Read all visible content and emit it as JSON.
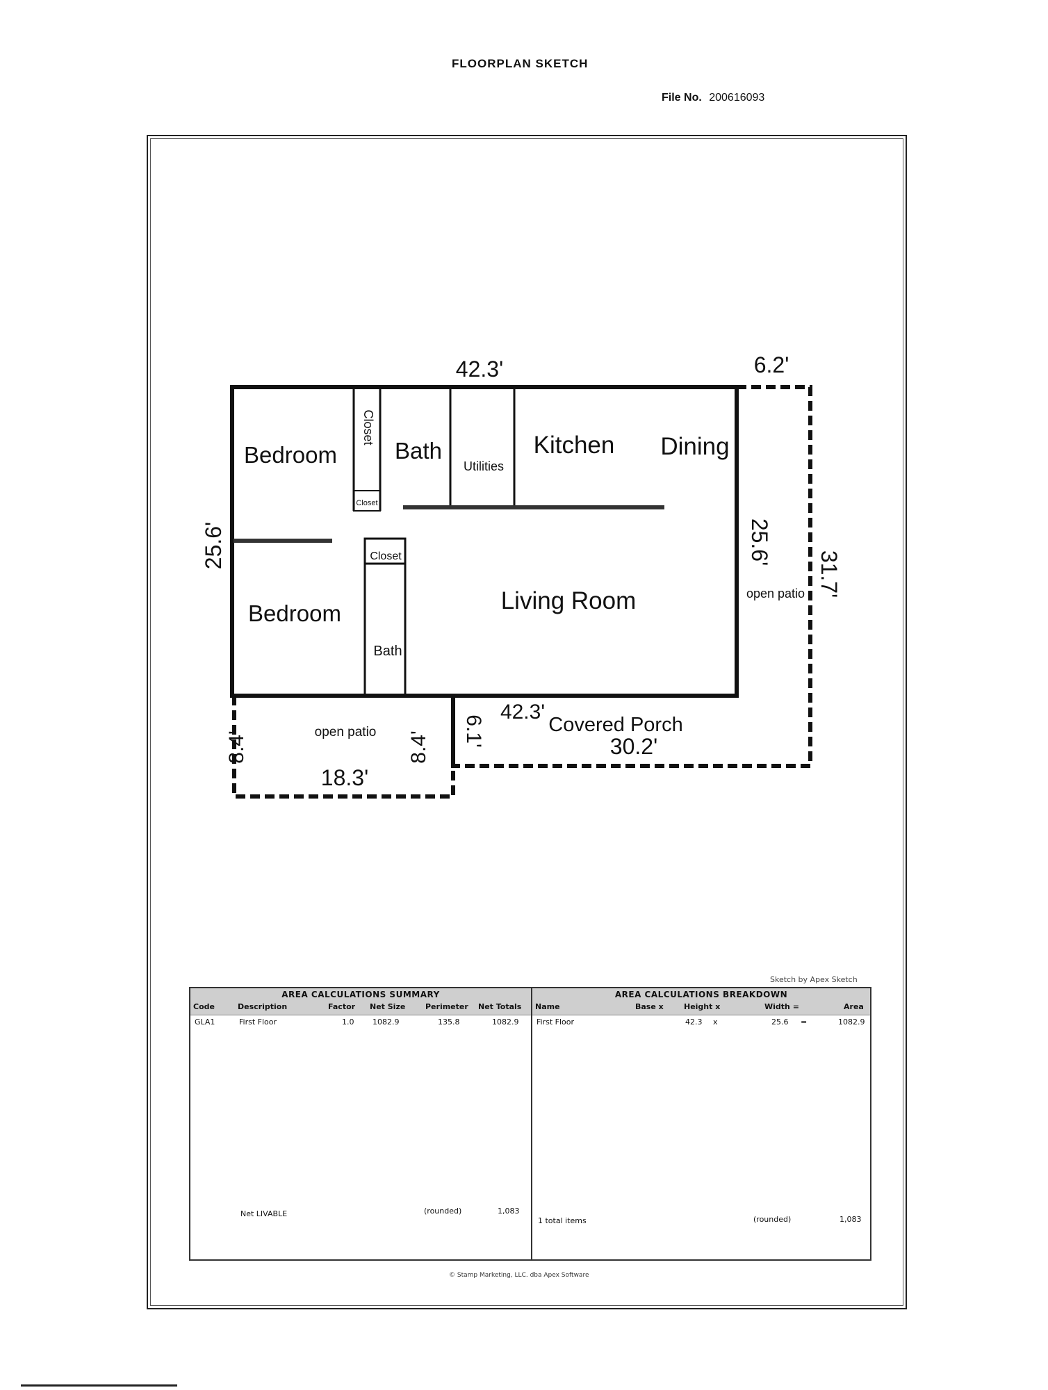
{
  "page": {
    "title": "FLOORPLAN SKETCH",
    "file_no_label": "File No.",
    "file_no_value": "200616093"
  },
  "plan": {
    "dims": {
      "top_main": "42.3'",
      "top_right": "6.2'",
      "left": "25.6'",
      "right_inner": "25.6'",
      "right_outer": "31.7'",
      "bottom_main": "42.3'",
      "porch_height": "6.1'",
      "porch_width": "30.2'",
      "patio_left": "8.4'",
      "patio_right": "8.4'",
      "patio_width": "18.3'"
    },
    "rooms": {
      "bedroom_top": "Bedroom",
      "closet_top": "Closet",
      "closet_small": "Closet",
      "bath_top": "Bath",
      "utilities": "Utilities",
      "kitchen": "Kitchen",
      "dining": "Dining",
      "bedroom_bottom": "Bedroom",
      "closet_bottom": "Closet",
      "bath_bottom": "Bath",
      "living_room": "Living Room",
      "open_patio_right": "open patio",
      "open_patio_bottom": "open patio",
      "covered_porch": "Covered Porch"
    }
  },
  "sketch_by": "Sketch by Apex Sketch",
  "summary": {
    "heading": "AREA CALCULATIONS SUMMARY",
    "columns": [
      "Code",
      "Description",
      "Factor",
      "Net Size",
      "Perimeter",
      "Net Totals"
    ],
    "row": {
      "code": "GLA1",
      "description": "First Floor",
      "factor": "1.0",
      "net_size": "1082.9",
      "perimeter": "135.8",
      "net_totals": "1082.9"
    },
    "footer_label": "Net LIVABLE",
    "footer_rounded": "(rounded)",
    "footer_value": "1,083"
  },
  "breakdown": {
    "heading": "AREA CALCULATIONS BREAKDOWN",
    "columns": {
      "name": "Name",
      "base": "Base x",
      "height": "Height x",
      "width": "Width =",
      "area": "Area"
    },
    "row": {
      "name": "First Floor",
      "height": "42.3",
      "x": "x",
      "width": "25.6",
      "eq": "=",
      "area": "1082.9"
    },
    "footer_label": "1 total items",
    "footer_rounded": "(rounded)",
    "footer_value": "1,083"
  },
  "copyright": "© Stamp Marketing, LLC. dba Apex Software"
}
